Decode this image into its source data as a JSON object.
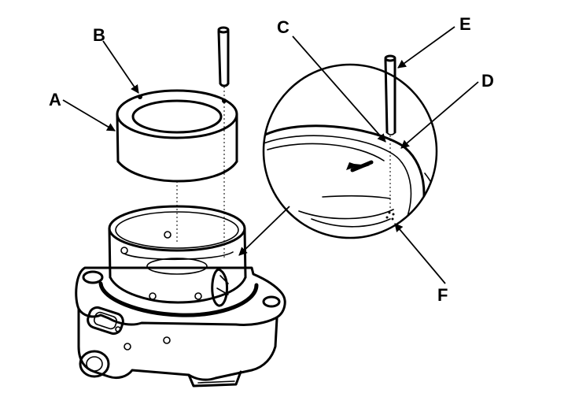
{
  "callouts": {
    "A": "A",
    "B": "B",
    "C": "C",
    "D": "D",
    "E": "E",
    "F": "F"
  },
  "colors": {
    "ink": "#000000",
    "background": "#ffffff"
  }
}
